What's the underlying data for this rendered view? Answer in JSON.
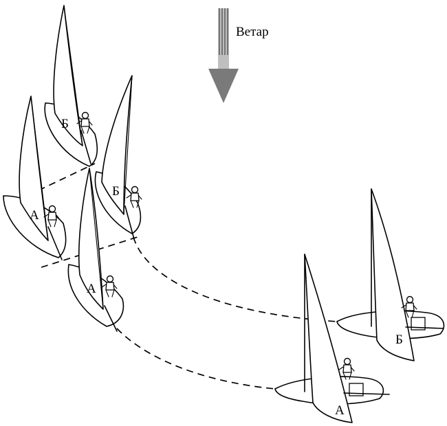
{
  "wind": {
    "label": "Ветар"
  },
  "boats": [
    {
      "id": "b1",
      "label": "Б"
    },
    {
      "id": "a1",
      "label": "А"
    },
    {
      "id": "b2",
      "label": "Б"
    },
    {
      "id": "a2",
      "label": "А"
    },
    {
      "id": "b3",
      "label": "Б"
    },
    {
      "id": "a3",
      "label": "А"
    }
  ]
}
